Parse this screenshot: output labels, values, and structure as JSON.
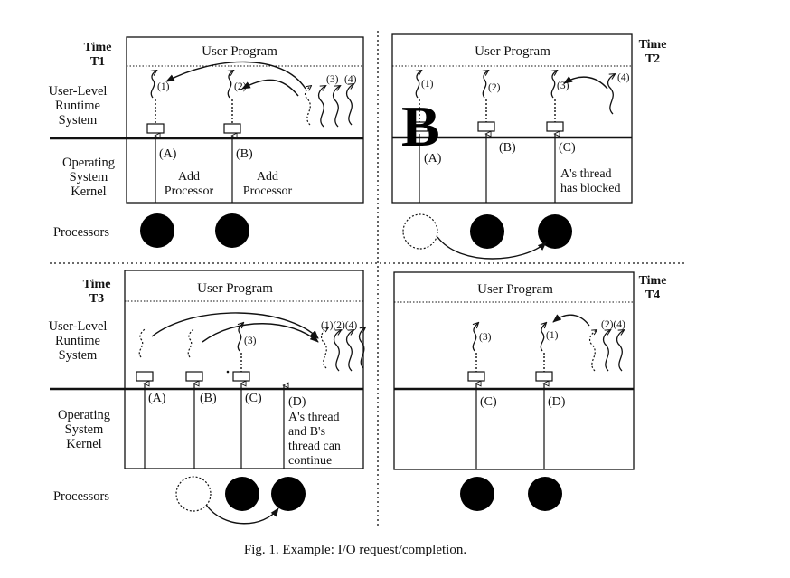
{
  "panels": {
    "t1": {
      "time": "Time",
      "id": "T1",
      "user_program": "User Program",
      "thread_tags": [
        "(1)",
        "(2)",
        "(3)",
        "(4)"
      ],
      "slot_labels": [
        "(A)",
        "(B)"
      ],
      "note_a": [
        "Add",
        "Processor"
      ],
      "note_b": [
        "Add",
        "Processor"
      ]
    },
    "t2": {
      "time": "Time",
      "id": "T2",
      "user_program": "User Program",
      "thread_tags": [
        "(1)",
        "(2)",
        "(3)",
        "(4)"
      ],
      "slot_labels": [
        "(A)",
        "(B)",
        "(C)"
      ],
      "note": [
        "A's thread",
        "has blocked"
      ],
      "overlay_letter": "B"
    },
    "t3": {
      "time": "Time",
      "id": "T3",
      "user_program": "User Program",
      "thread_tags": [
        "(3)",
        "(1)(2)(4)"
      ],
      "slot_labels": [
        "(A)",
        "(B)",
        "(C)",
        "(D)"
      ],
      "note": [
        "A's thread",
        "and B's",
        "thread can",
        "continue"
      ]
    },
    "t4": {
      "time": "Time",
      "id": "T4",
      "user_program": "User Program",
      "thread_tags": [
        "(3)",
        "(1)",
        "(2)(4)"
      ],
      "slot_labels": [
        "(C)",
        "(D)"
      ]
    }
  },
  "side_labels": {
    "runtime": [
      "User-Level",
      "Runtime",
      "System"
    ],
    "kernel": [
      "Operating",
      "System",
      "Kernel"
    ],
    "processors": "Processors"
  },
  "caption": "Fig. 1.   Example: I/O request/completion."
}
